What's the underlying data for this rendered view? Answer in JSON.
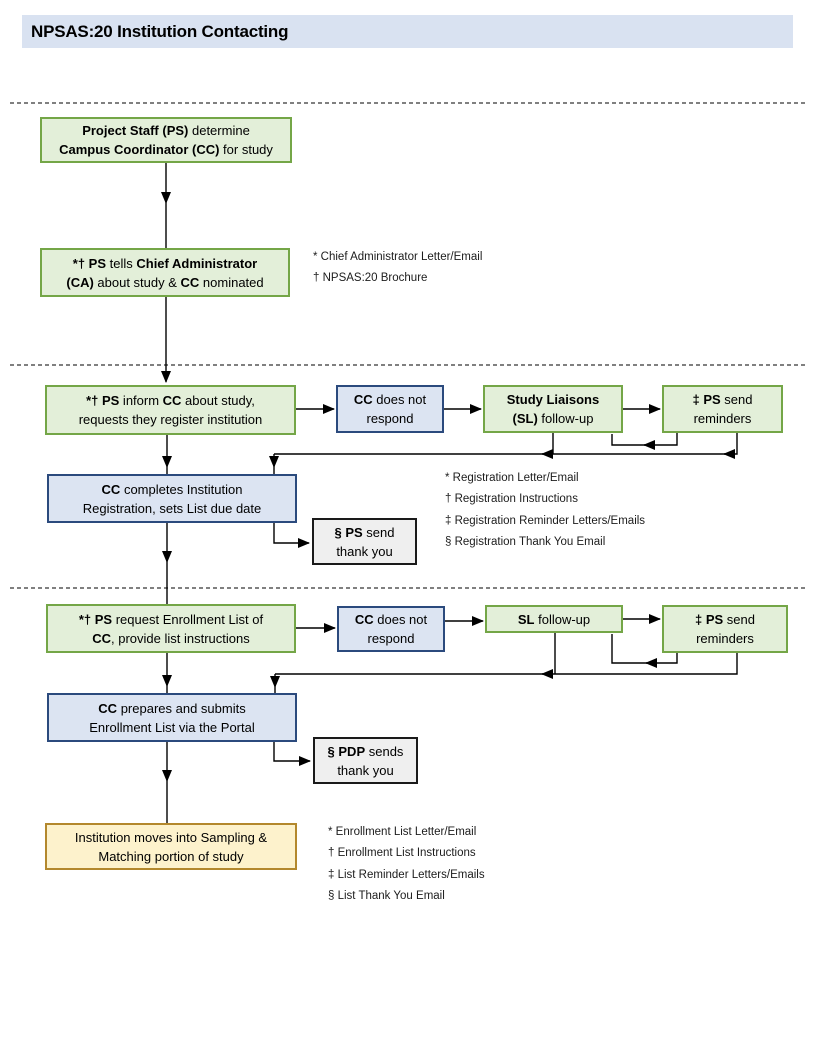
{
  "title": "NPSAS:20 Institution Contacting",
  "colors": {
    "green_fill": "#e3efd9",
    "green_border": "#74a647",
    "blue_fill": "#dce4f2",
    "blue_border": "#2b4a7d",
    "gray_fill": "#efefef",
    "gray_border": "#1a1a1a",
    "tan_fill": "#fdf2cc",
    "tan_border": "#b3882d",
    "title_bg": "#d9e2f1",
    "line_color": "#000000"
  },
  "boxes": {
    "determine_cc": {
      "lines": [
        [
          {
            "t": "Project Staff (PS)",
            "b": true
          },
          {
            "t": " determine",
            "b": false
          }
        ],
        [
          {
            "t": "Campus Coordinator (CC)",
            "b": true
          },
          {
            "t": " for study",
            "b": false
          }
        ]
      ]
    },
    "tell_ca": {
      "lines": [
        [
          {
            "t": "*† ",
            "b": true
          },
          {
            "t": "PS",
            "b": true
          },
          {
            "t": " tells ",
            "b": false
          },
          {
            "t": "Chief Administrator",
            "b": true
          }
        ],
        [
          {
            "t": "(CA)",
            "b": true
          },
          {
            "t": " about study & ",
            "b": false
          },
          {
            "t": "CC",
            "b": true
          },
          {
            "t": " nominated",
            "b": false
          }
        ]
      ]
    },
    "inform_cc": {
      "lines": [
        [
          {
            "t": "*† ",
            "b": true
          },
          {
            "t": "PS",
            "b": true
          },
          {
            "t": " inform ",
            "b": false
          },
          {
            "t": "CC",
            "b": true
          },
          {
            "t": " about study,",
            "b": false
          }
        ],
        [
          {
            "t": "requests they register institution",
            "b": false
          }
        ]
      ]
    },
    "cc_no_respond_reg": {
      "lines": [
        [
          {
            "t": "CC",
            "b": true
          },
          {
            "t": " does not",
            "b": false
          }
        ],
        [
          {
            "t": "respond",
            "b": false
          }
        ]
      ]
    },
    "study_liaisons": {
      "lines": [
        [
          {
            "t": "Study Liaisons",
            "b": true
          }
        ],
        [
          {
            "t": "(SL)",
            "b": true
          },
          {
            "t": " follow-up",
            "b": false
          }
        ]
      ]
    },
    "ps_reminders_reg": {
      "lines": [
        [
          {
            "t": "‡ ",
            "b": true
          },
          {
            "t": "PS",
            "b": true
          },
          {
            "t": " send",
            "b": false
          }
        ],
        [
          {
            "t": "reminders",
            "b": false
          }
        ]
      ]
    },
    "cc_registers": {
      "lines": [
        [
          {
            "t": "CC",
            "b": true
          },
          {
            "t": " completes Institution",
            "b": false
          }
        ],
        [
          {
            "t": "Registration, sets List due date",
            "b": false
          }
        ]
      ]
    },
    "ps_thank_you": {
      "lines": [
        [
          {
            "t": "§ ",
            "b": true
          },
          {
            "t": "PS",
            "b": true
          },
          {
            "t": " send",
            "b": false
          }
        ],
        [
          {
            "t": "thank you",
            "b": false
          }
        ]
      ]
    },
    "request_list": {
      "lines": [
        [
          {
            "t": "*† ",
            "b": true
          },
          {
            "t": "PS",
            "b": true
          },
          {
            "t": " request Enrollment List of",
            "b": false
          }
        ],
        [
          {
            "t": "CC",
            "b": true
          },
          {
            "t": ", provide list instructions",
            "b": false
          }
        ]
      ]
    },
    "cc_no_respond_list": {
      "lines": [
        [
          {
            "t": "CC",
            "b": true
          },
          {
            "t": " does not",
            "b": false
          }
        ],
        [
          {
            "t": "respond",
            "b": false
          }
        ]
      ]
    },
    "sl_followup": {
      "lines": [
        [
          {
            "t": "SL",
            "b": true
          },
          {
            "t": " follow-up",
            "b": false
          }
        ]
      ]
    },
    "ps_reminders_list": {
      "lines": [
        [
          {
            "t": "‡ ",
            "b": true
          },
          {
            "t": "PS",
            "b": true
          },
          {
            "t": " send",
            "b": false
          }
        ],
        [
          {
            "t": "reminders",
            "b": false
          }
        ]
      ]
    },
    "cc_submits": {
      "lines": [
        [
          {
            "t": "CC",
            "b": true
          },
          {
            "t": " prepares and submits",
            "b": false
          }
        ],
        [
          {
            "t": "Enrollment List via the Portal",
            "b": false
          }
        ]
      ]
    },
    "pdp_thank_you": {
      "lines": [
        [
          {
            "t": "§ ",
            "b": true
          },
          {
            "t": "PDP",
            "b": true
          },
          {
            "t": " sends",
            "b": false
          }
        ],
        [
          {
            "t": "thank you",
            "b": false
          }
        ]
      ]
    },
    "sampling": {
      "lines": [
        [
          {
            "t": "Institution moves into Sampling &",
            "b": false
          }
        ],
        [
          {
            "t": "Matching portion of study",
            "b": false
          }
        ]
      ]
    }
  },
  "annotations": {
    "contact": [
      "* Chief Administrator Letter/Email",
      "† NPSAS:20 Brochure"
    ],
    "registration": [
      "* Registration Letter/Email",
      "† Registration Instructions",
      "‡ Registration Reminder Letters/Emails",
      "§ Registration Thank You Email"
    ],
    "enrollment": [
      "* Enrollment List Letter/Email",
      "† Enrollment List Instructions",
      "‡ List Reminder Letters/Emails",
      "§ List Thank You Email"
    ]
  }
}
